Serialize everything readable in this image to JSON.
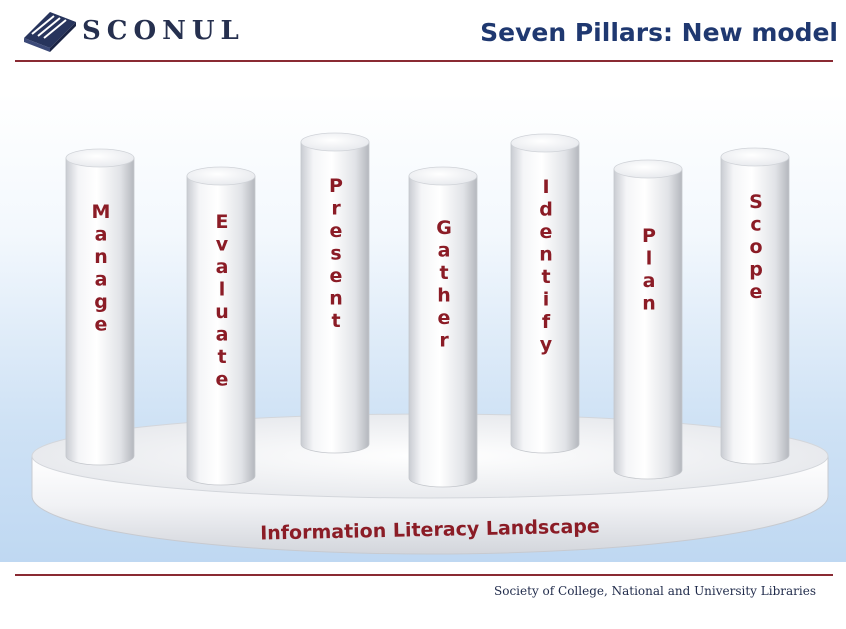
{
  "header": {
    "logo_text": "SCONUL",
    "title": "Seven Pillars: New model"
  },
  "diagram": {
    "base_label": "Information Literacy Landscape",
    "pillars": [
      {
        "label": "Manage"
      },
      {
        "label": "Evaluate"
      },
      {
        "label": "Present"
      },
      {
        "label": "Gather"
      },
      {
        "label": "Identify"
      },
      {
        "label": "Plan"
      },
      {
        "label": "Scope"
      }
    ]
  },
  "footer": {
    "text": "Society of College, National and University Libraries"
  },
  "colors": {
    "accent_rule": "#8a2a33",
    "title": "#1f3870",
    "pillar_text": "#8b1c26"
  }
}
